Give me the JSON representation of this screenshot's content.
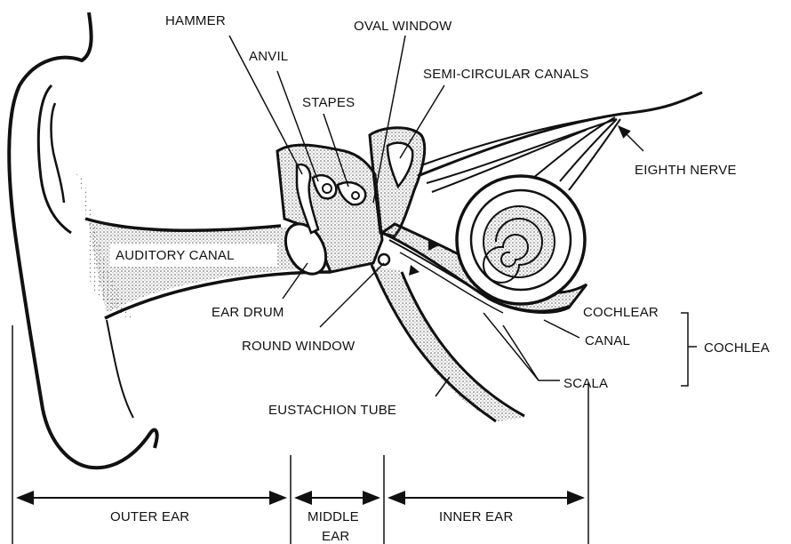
{
  "labels": {
    "hammer": "HAMMER",
    "anvil": "ANVIL",
    "stapes": "STAPES",
    "oval_window": "OVAL WINDOW",
    "semicircular_canals": "SEMI-CIRCULAR CANALS",
    "eighth_nerve": "EIGHTH NERVE",
    "auditory_canal": "AUDITORY CANAL",
    "ear_drum": "EAR DRUM",
    "round_window": "ROUND WINDOW",
    "cochlear": "COCHLEAR",
    "canal": "CANAL",
    "cochlea": "COCHLEA",
    "scala": "SCALA",
    "eustachian_tube": "EUSTACHION TUBE"
  },
  "sections": {
    "outer_ear": "OUTER EAR",
    "middle_ear_line1": "MIDDLE",
    "middle_ear_line2": "EAR",
    "inner_ear": "INNER EAR"
  },
  "colors": {
    "ink": "#111111",
    "stipple": "#555555",
    "background": "#ffffff"
  }
}
